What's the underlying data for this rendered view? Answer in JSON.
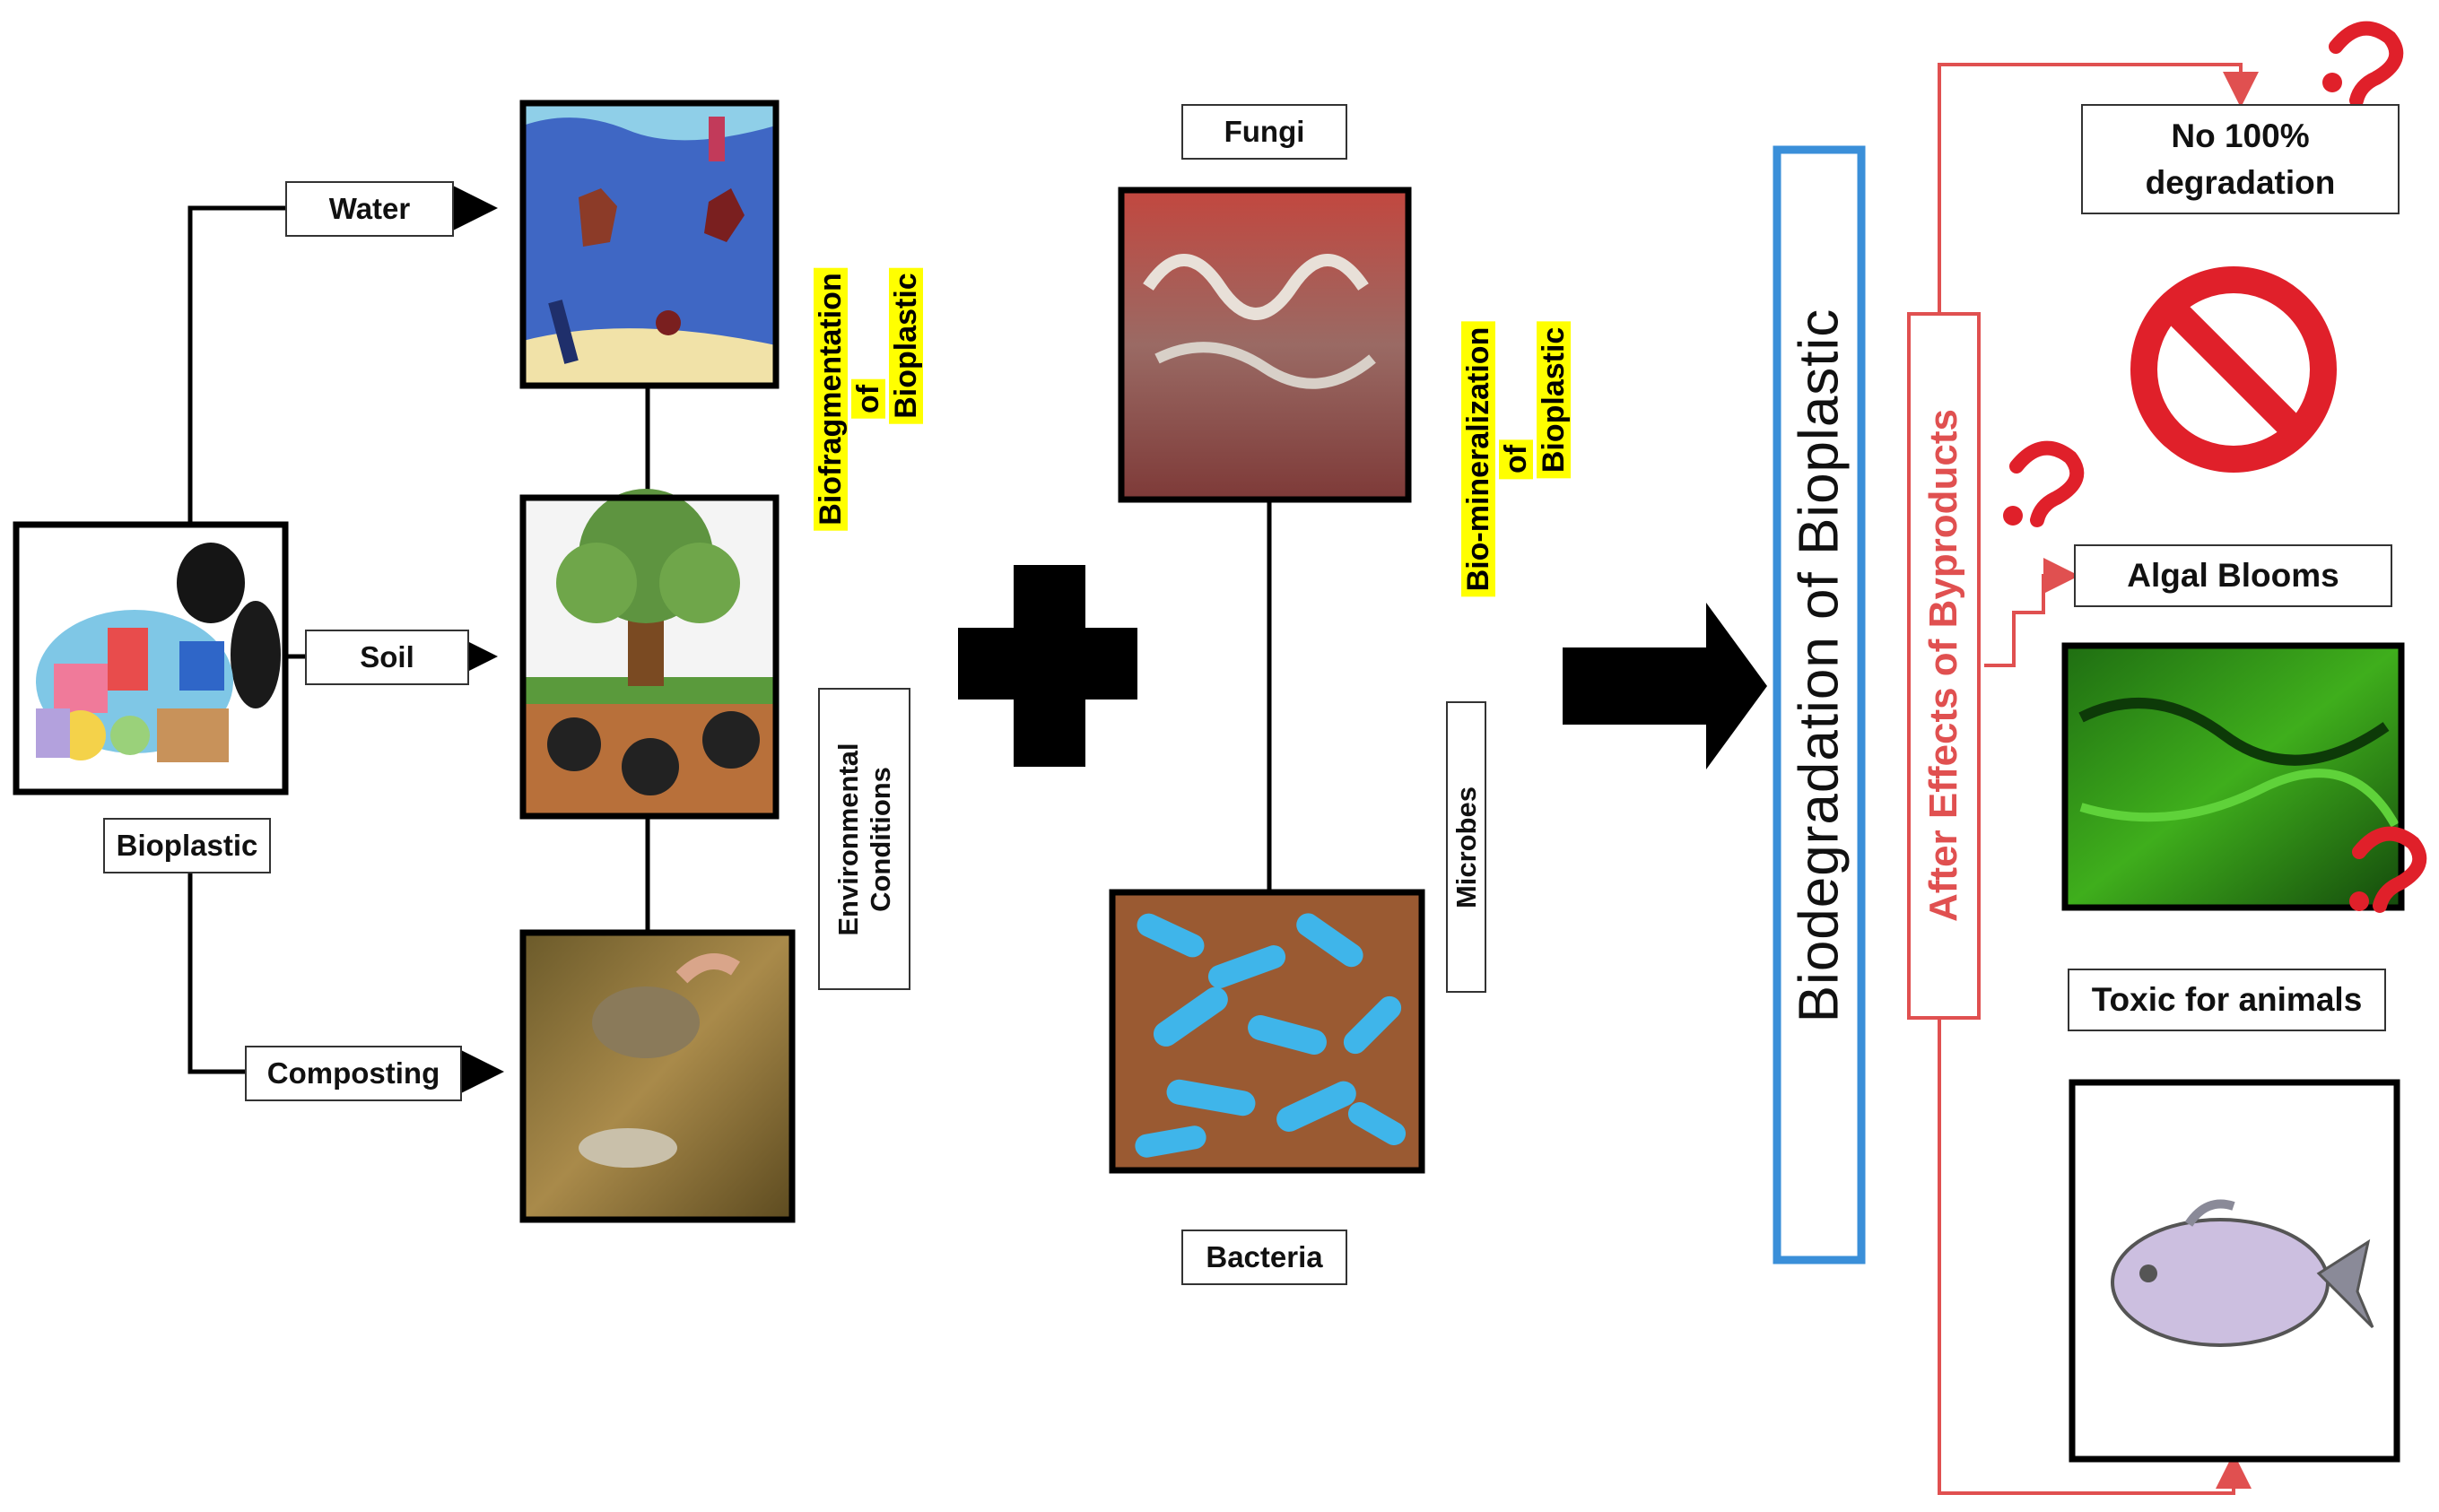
{
  "diagram": {
    "sources": {
      "root": "Bioplastic",
      "water": "Water",
      "soil": "Soil",
      "composting": "Composting"
    },
    "stage1": {
      "process": [
        "Biofragmentation",
        "of",
        "Bioplastic"
      ],
      "factor": [
        "Environmental",
        "Conditions"
      ]
    },
    "stage2": {
      "fungi": "Fungi",
      "bacteria": "Bacteria",
      "process": [
        "Bio-mineralization",
        "of",
        "Bioplastic"
      ],
      "factor": "Microbes"
    },
    "result": "Biodegradation of Bioplastic",
    "after_effects": {
      "title": "After Effects of Byproducts",
      "no_degradation": [
        "No 100%",
        "degradation"
      ],
      "algal": "Algal Blooms",
      "toxic": "Toxic for animals"
    },
    "colors": {
      "highlight": "#ffff00",
      "result_border": "#3a8fd9",
      "after_effects": "#e05050",
      "question_mark": "#e0202a"
    },
    "icons": [
      "plus-icon",
      "arrow-right-icon",
      "no-entry-icon",
      "question-mark-icon"
    ]
  }
}
